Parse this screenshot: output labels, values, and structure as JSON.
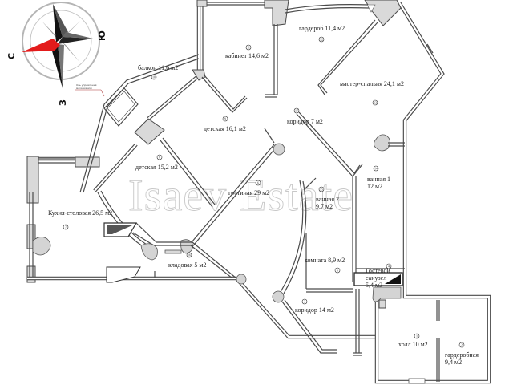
{
  "plan": {
    "watermark": "Isaev Estate",
    "compass": {
      "north": "С",
      "south": "Ю",
      "west": "З",
      "note_line1": "Ось управления",
      "note_line2": "механизмом",
      "accent_color": "#e31b1b"
    },
    "rooms": [
      {
        "num": "1",
        "name": "холл 10 м2"
      },
      {
        "num": "2",
        "name": "гардеробная",
        "name2": "9,4 м2"
      },
      {
        "num": "3",
        "name": "коридор 14 м2"
      },
      {
        "num": "4",
        "name": "Гостевой",
        "name2": "санузел",
        "name3": "5,4 м2"
      },
      {
        "num": "5",
        "name": "комната 8,9 м2"
      },
      {
        "num": "6",
        "name": "гостиная 29 м2"
      },
      {
        "num": "7",
        "name": "Кухня-столовая 26,5 м2"
      },
      {
        "num": "8",
        "name": "детская 15,2 м2"
      },
      {
        "num": "9",
        "name": "детская 16,1 м2"
      },
      {
        "num": "10",
        "name": "балкон 11,6 м2"
      },
      {
        "num": "11",
        "name": "кабинет 14,6 м2"
      },
      {
        "num": "12",
        "name": "гардероб 11,4 м2"
      },
      {
        "num": "13",
        "name": "мастер-спальня 24,1 м2"
      },
      {
        "num": "14",
        "name": "ванная 1",
        "name2": "12 м2"
      },
      {
        "num": "15",
        "name": "ванная 2",
        "name2": "9,7 м2"
      },
      {
        "num": "16",
        "name": "кладовая 5 м2"
      },
      {
        "num": "17",
        "name": "коридор 7 м2"
      }
    ]
  }
}
